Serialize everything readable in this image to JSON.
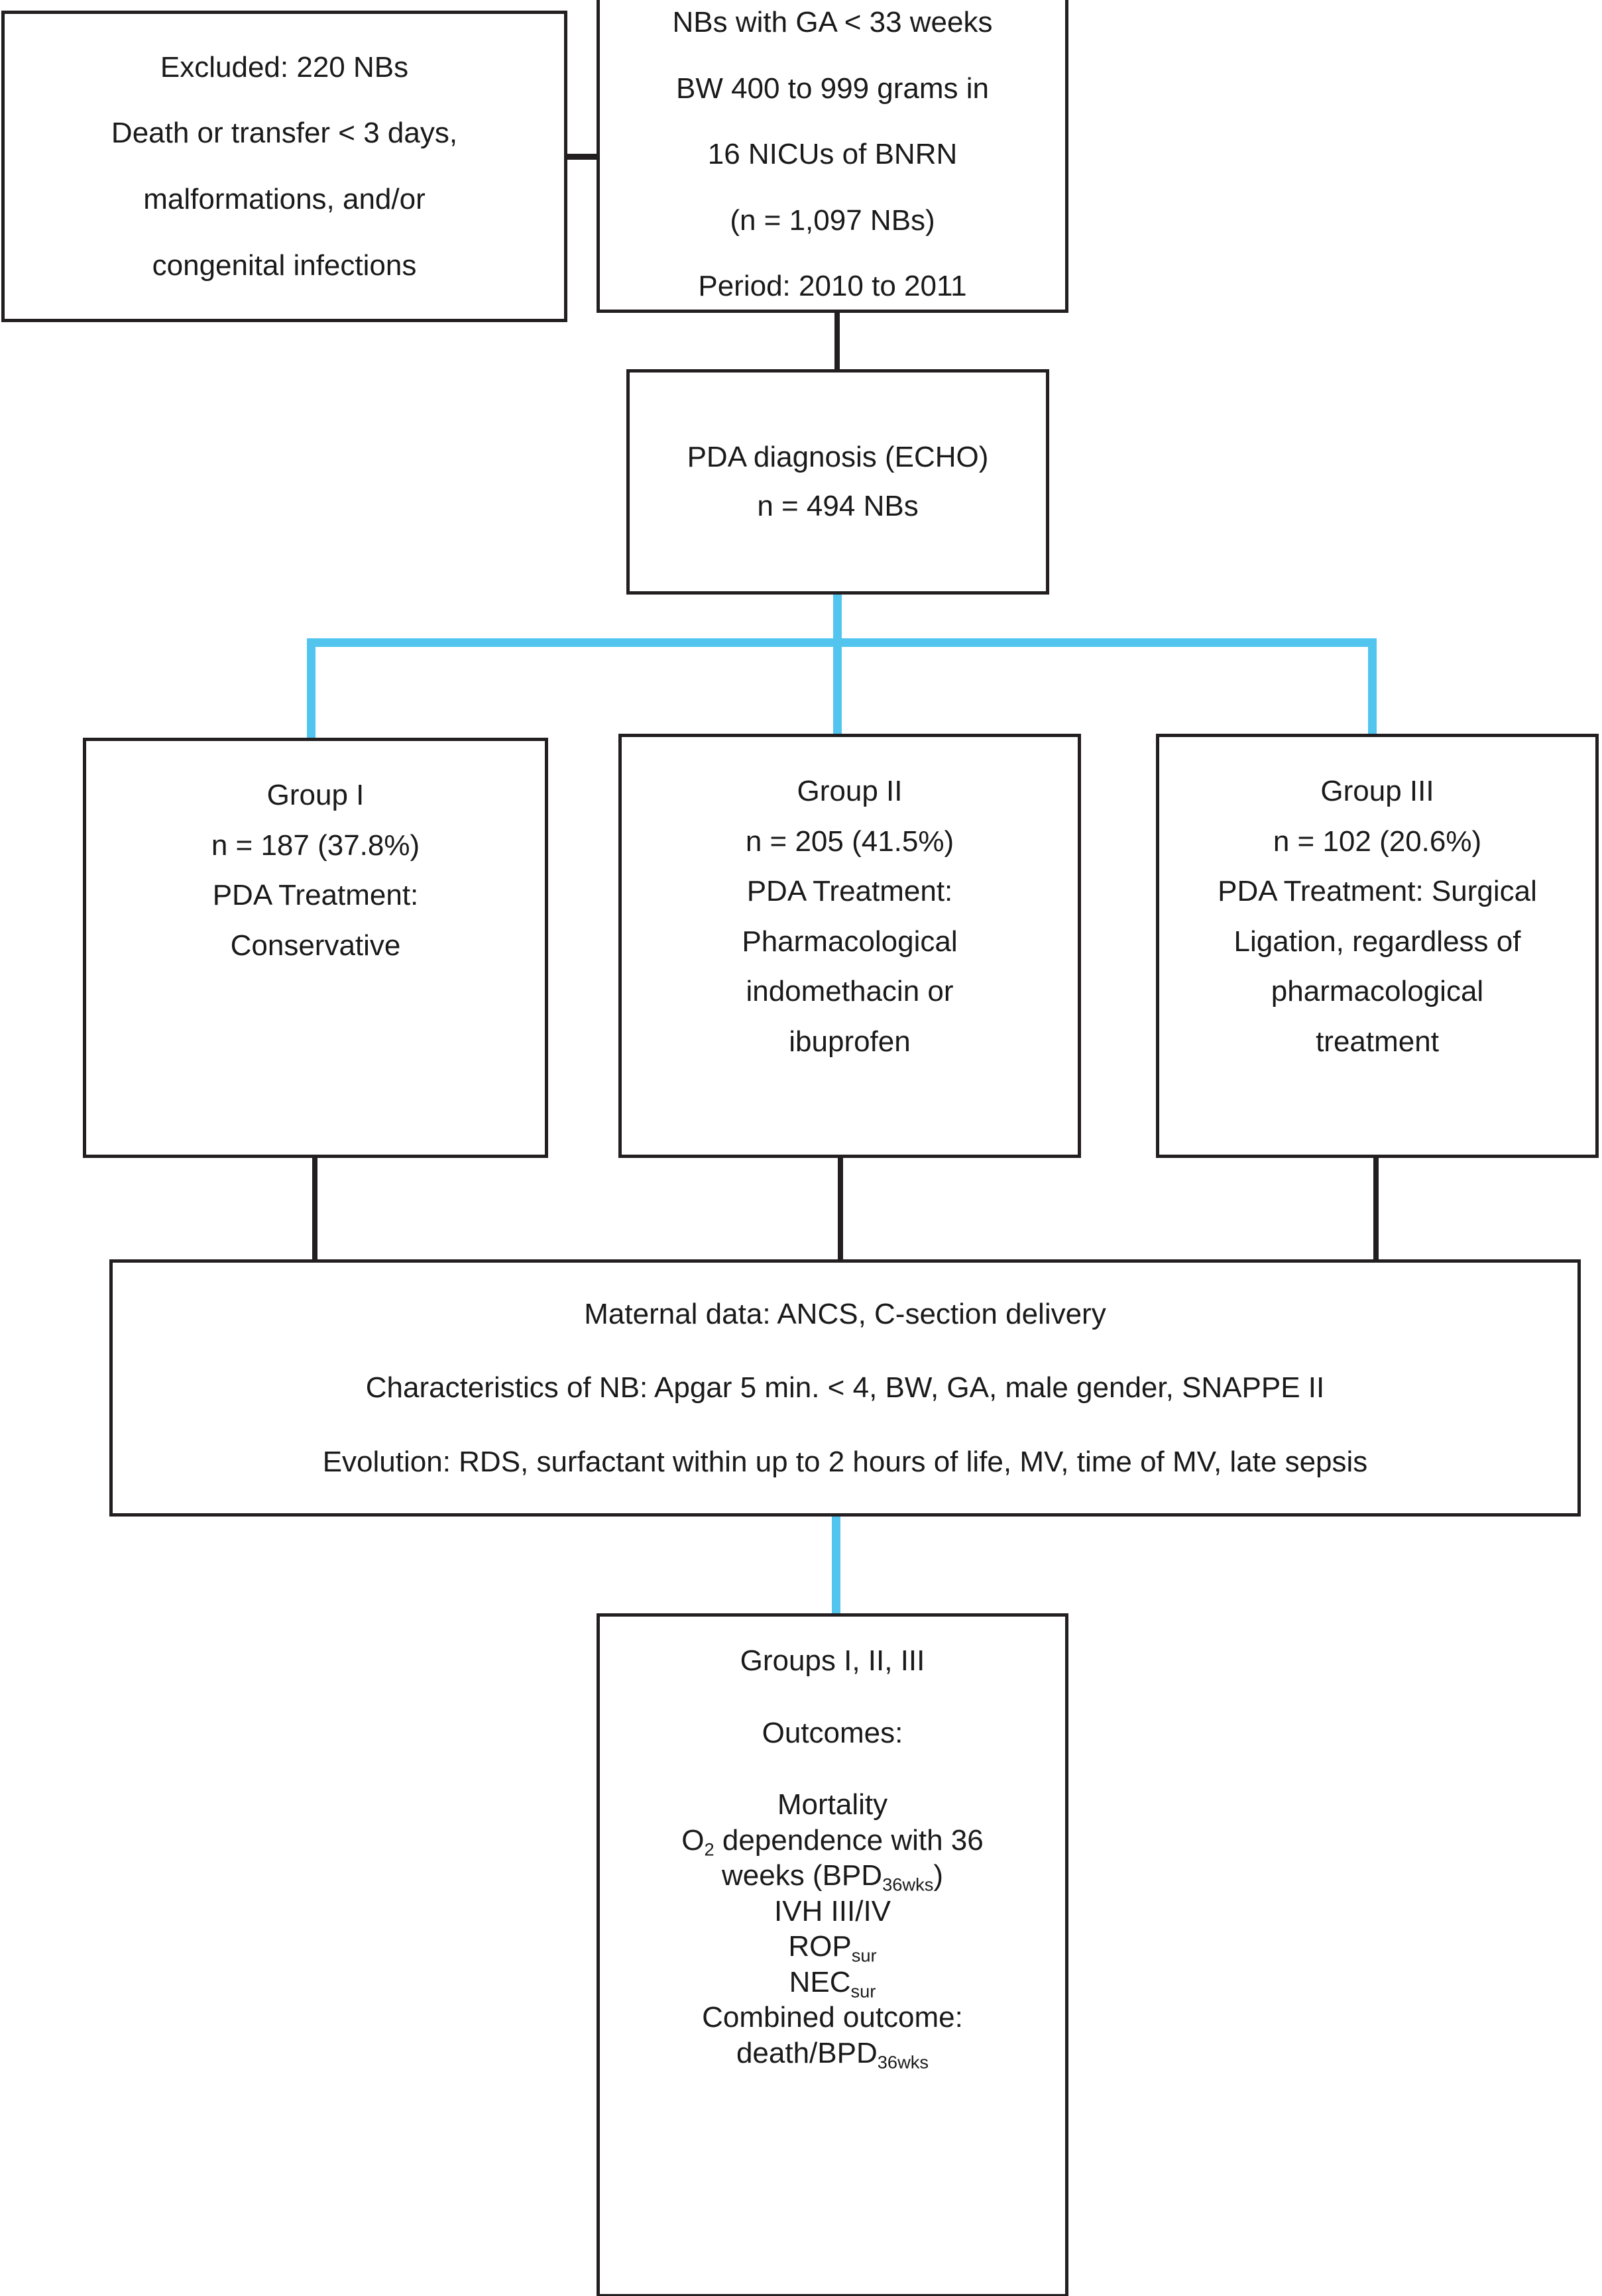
{
  "diagram": {
    "title": "PDA treatment study flowchart",
    "colors": {
      "line_black": "#231f20",
      "line_blue": "#52c5ef",
      "background": "#ffffff",
      "text": "#1a1a1a"
    }
  },
  "nodes": {
    "excluded": {
      "name": "excluded-newborns",
      "lines": [
        "Excluded: 220 NBs",
        "Death or transfer < 3 days,",
        "malformations, and/or",
        "congenital infections"
      ]
    },
    "population": {
      "name": "study-population",
      "lines": [
        "NBs with GA < 33 weeks",
        "BW 400 to 999 grams in",
        "16 NICUs of BNRN",
        "(n = 1,097 NBs)",
        "Period: 2010 to 2011"
      ]
    },
    "pda_diagnosis": {
      "name": "pda-diagnosis",
      "lines": [
        "PDA diagnosis (ECHO)",
        "n = 494 NBs"
      ]
    },
    "group1": {
      "name": "group-i",
      "lines": [
        "Group I",
        "n = 187 (37.8%)",
        "PDA Treatment:",
        "Conservative"
      ]
    },
    "group2": {
      "name": "group-ii",
      "lines": [
        "Group II",
        "n = 205 (41.5%)",
        "PDA Treatment:",
        "Pharmacological",
        "indomethacin or",
        "ibuprofen"
      ]
    },
    "group3": {
      "name": "group-iii",
      "lines": [
        "Group III",
        "n = 102 (20.6%)",
        "PDA Treatment: Surgical",
        "Ligation, regardless of",
        "pharmacological",
        "treatment"
      ]
    },
    "maternal": {
      "name": "collected-variables",
      "lines": [
        "Maternal data: ANCS, C-section delivery",
        "Characteristics of NB: Apgar 5 min. < 4, BW, GA, male gender, SNAPPE II",
        "Evolution: RDS, surfactant within up to 2 hours of life, MV, time of MV, late sepsis"
      ]
    },
    "outcomes": {
      "name": "outcomes",
      "heading": "Groups I, II, III",
      "subheading": "Outcomes:",
      "items": [
        "Mortality",
        "O2 dependence with 36",
        "weeks (BPD36wks)",
        "IVH III/IV",
        "ROPsur",
        "NECsur",
        "Combined outcome:",
        "death/BPD36wks"
      ],
      "items_rich": [
        {
          "text": "Mortality"
        },
        {
          "base": "O",
          "sub": "2",
          "tail": " dependence with 36"
        },
        {
          "lead": "weeks (BPD",
          "sub": "36wks",
          "tail": ")"
        },
        {
          "text": "IVH III/IV"
        },
        {
          "lead": "ROP",
          "sub": "sur",
          "tail": ""
        },
        {
          "lead": "NEC",
          "sub": "sur",
          "tail": ""
        },
        {
          "text": "Combined outcome:"
        },
        {
          "lead": "death/BPD",
          "sub": "36wks",
          "tail": ""
        }
      ]
    }
  },
  "connectors": [
    {
      "name": "excluded-to-population",
      "color": "#231f20",
      "orientation": "horizontal"
    },
    {
      "name": "population-to-pda",
      "color": "#231f20",
      "orientation": "vertical"
    },
    {
      "name": "pda-to-branch-stem",
      "color": "#52c5ef",
      "orientation": "vertical"
    },
    {
      "name": "branch-bus",
      "color": "#52c5ef",
      "orientation": "horizontal"
    },
    {
      "name": "branch-to-group-i",
      "color": "#52c5ef",
      "orientation": "vertical"
    },
    {
      "name": "branch-to-group-ii",
      "color": "#52c5ef",
      "orientation": "vertical"
    },
    {
      "name": "branch-to-group-iii",
      "color": "#52c5ef",
      "orientation": "vertical"
    },
    {
      "name": "group-i-to-maternal",
      "color": "#231f20",
      "orientation": "vertical"
    },
    {
      "name": "group-ii-to-maternal",
      "color": "#231f20",
      "orientation": "vertical"
    },
    {
      "name": "group-iii-to-maternal",
      "color": "#231f20",
      "orientation": "vertical"
    },
    {
      "name": "maternal-to-outcomes",
      "color": "#52c5ef",
      "orientation": "vertical"
    }
  ]
}
